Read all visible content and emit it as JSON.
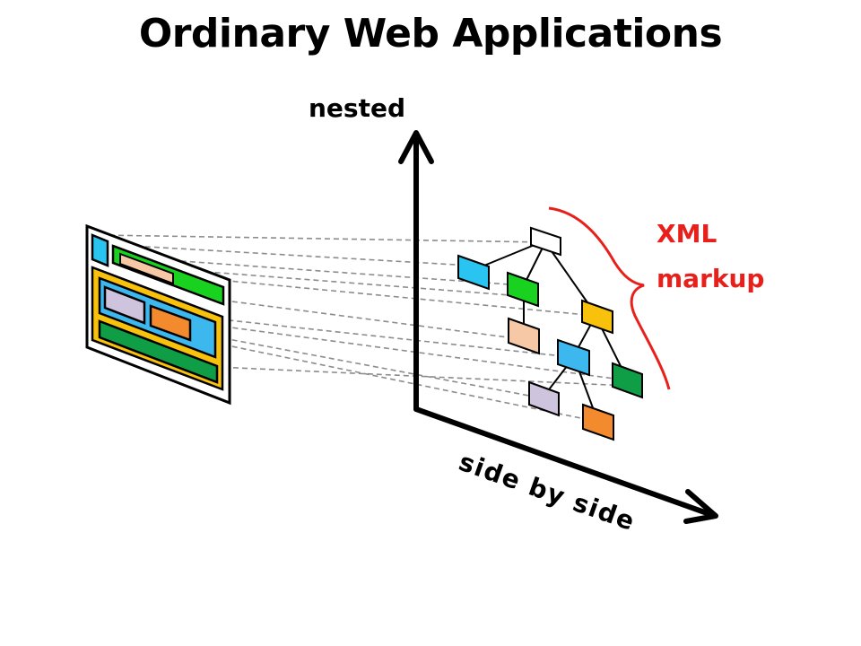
{
  "title": "Ordinary Web Applications",
  "axes": {
    "vertical_label": "nested",
    "horizontal_label": "side by side"
  },
  "markup_label": {
    "line1": "XML",
    "line2": "markup",
    "color": "#e8201c"
  },
  "colors": {
    "cyan": "#29c4f0",
    "green": "#19d21f",
    "peach": "#f6c8a6",
    "yellow": "#f8c10c",
    "blue": "#3cb8ee",
    "dark_green": "#0f9e45",
    "lavender": "#cfc4de",
    "orange": "#f48a2e",
    "white": "#ffffff",
    "connector": "#8c8c8c"
  }
}
